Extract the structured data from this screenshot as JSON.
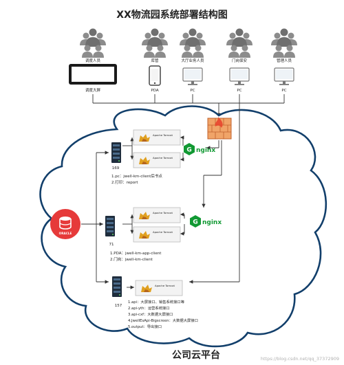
{
  "title": "XX物流园系统部署结构图",
  "footer": "公司云平台",
  "watermark": "https://blog.csdn.net/qq_37372909",
  "users": [
    {
      "label": "调度人员",
      "device": "调度大屏"
    },
    {
      "label": "库管",
      "device": "PDA"
    },
    {
      "label": "大厅业务人员",
      "device": "PC"
    },
    {
      "label": "门岗保安",
      "device": "PC"
    },
    {
      "label": "管理人员",
      "device": "PC"
    }
  ],
  "nginx_label": "nginx",
  "tomcat_label": "Apache Tomcat",
  "database_label": "ORACLE",
  "servers": [
    {
      "id": "169",
      "apps": [
        "1.pc：jwell-km-client后书点",
        "2.打印：report"
      ]
    },
    {
      "id": "71",
      "apps": [
        "1.PDA：jwell-km-app-client",
        "2.门岗：jwell-km-client"
      ]
    },
    {
      "id": "157",
      "apps": [
        "1.api：大屏接口、销售系统接口等",
        "2.api-yth：运营系统接口",
        "3.api-cxf：大数据大屏接口",
        "4.JwellEsApi-Bigscreen：大数据大屏接口",
        "5.output：导出接口"
      ]
    }
  ]
}
